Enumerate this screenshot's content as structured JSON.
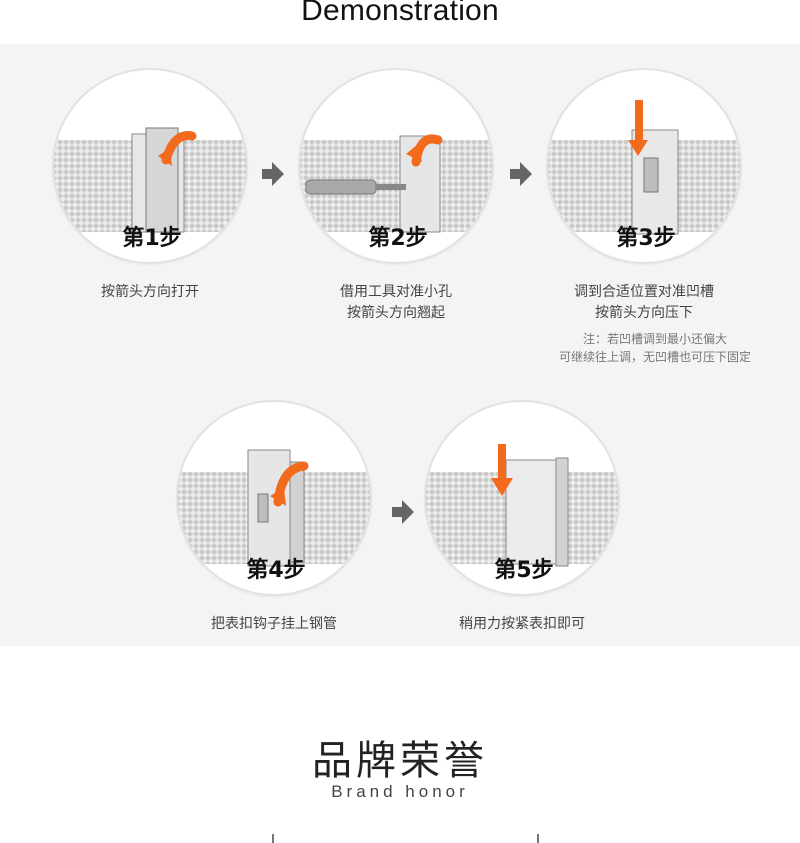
{
  "header": {
    "title": "Demonstration"
  },
  "steps": [
    {
      "label": "第1步",
      "caption_lines": [
        "按箭头方向打开"
      ]
    },
    {
      "label": "第2步",
      "caption_lines": [
        "借用工具对准小孔",
        "按箭头方向翘起"
      ]
    },
    {
      "label": "第3步",
      "caption_lines": [
        "调到合适位置对准凹槽",
        "按箭头方向压下"
      ],
      "note_lines": [
        "注：若凹槽调到最小还偏大",
        "可继续往上调，无凹槽也可压下固定"
      ]
    },
    {
      "label": "第4步",
      "caption_lines": [
        "把表扣钩子挂上钢管"
      ]
    },
    {
      "label": "第5步",
      "caption_lines": [
        "稍用力按紧表扣即可"
      ]
    }
  ],
  "honor": {
    "title_cn": "品牌荣誉",
    "title_en": "Brand honor"
  },
  "icons": {
    "step_arrow": "right-arrow-icon",
    "action_arrow": "orange-curved-arrow-icon"
  },
  "colors": {
    "accent": "#f26b1d",
    "arrow_gray": "#666666",
    "panel": "#f4f4f4"
  }
}
